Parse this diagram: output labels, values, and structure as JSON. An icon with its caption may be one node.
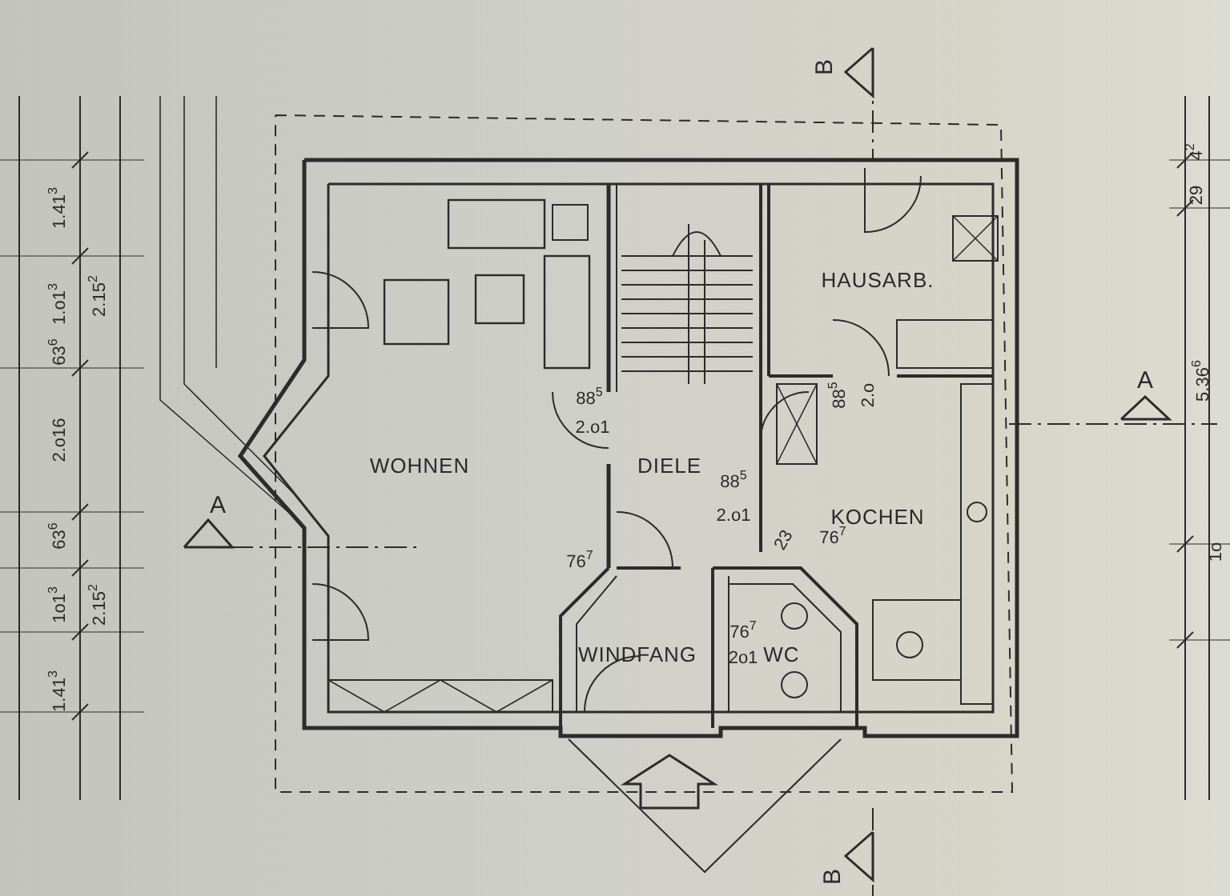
{
  "diagram": {
    "nodes": [
      {
        "text": [
          "HAUSARB."
        ]
      },
      {
        "text": [
          "WOHNEN"
        ]
      },
      {
        "text": [
          "DIELE"
        ]
      },
      {
        "text": [
          "KOCHEN"
        ]
      },
      {
        "text": [
          "WINDFANG"
        ]
      },
      {
        "text": [
          "WC"
        ]
      }
    ],
    "labels": [
      "B",
      "4$^{2}$",
      "29",
      "1.41$^{3}$",
      "1.o1$^{3}$",
      "2.15$^{2}$",
      "63$^{6}$",
      "5.36$^{6}$",
      "A",
      "88$^{5}$",
      "2.o1",
      "88$^{5}$",
      "2.o",
      "2.o16",
      "A",
      "88$^{5}$",
      "2.o1",
      "23",
      "76$^{7}$",
      "63$^{6}$",
      "1o1$^{3}$",
      "2.15$^{2}$",
      "1.41$^{3}$",
      "76$^{7}$",
      "76$^{7}$",
      "2o1",
      "1o",
      "B"
    ]
  }
}
